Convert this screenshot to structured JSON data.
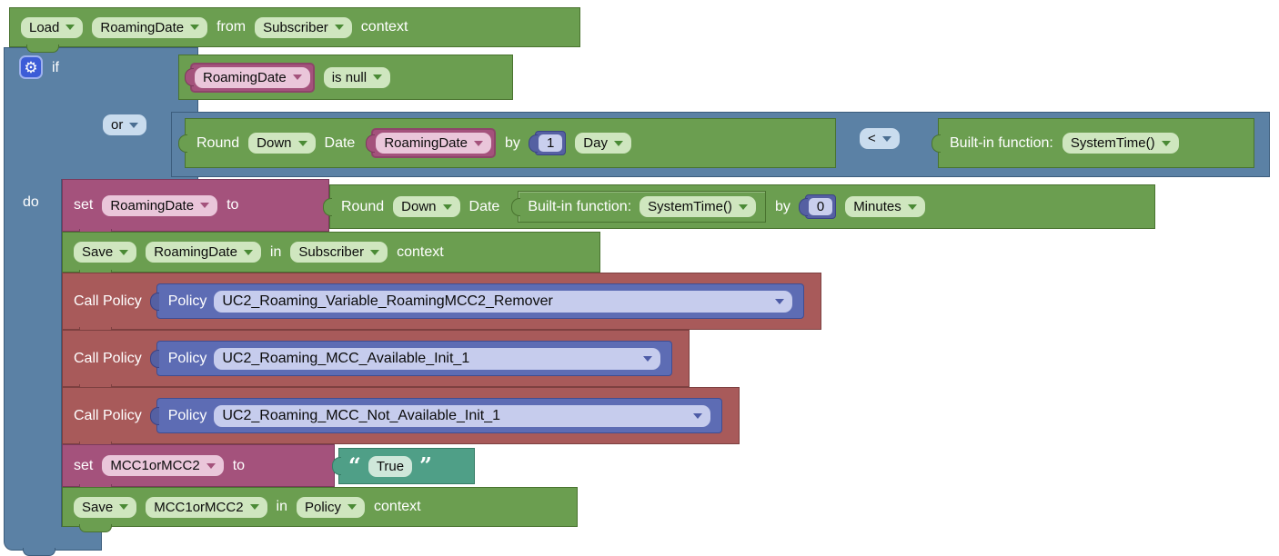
{
  "colors": {
    "block_green": "#6b9e50",
    "block_blue": "#5b81a5",
    "block_pink": "#a4527c",
    "block_red": "#a85a5a",
    "block_indigo": "#5d6cb4",
    "block_teal": "#4f9f87",
    "number_block": "#5560a2",
    "gear_button": "#3c5cd7"
  },
  "gear_glyph": "⚙",
  "load_block": {
    "action": "Load",
    "variable": "RoamingDate",
    "from_label": "from",
    "context": "Subscriber",
    "context_label": "context"
  },
  "if_block": {
    "if_label": "if",
    "or_label": "or",
    "do_label": "do",
    "condition_null": {
      "variable": "RoamingDate",
      "operator": "is null"
    },
    "condition_compare": {
      "round_label": "Round",
      "round_mode": "Down",
      "date_label": "Date",
      "variable": "RoamingDate",
      "by_label": "by",
      "amount": "1",
      "unit": "Day",
      "comparator": "<",
      "builtin_label": "Built-in function:",
      "builtin_value": "SystemTime()"
    }
  },
  "statements": {
    "set_roaming_date": {
      "set_label": "set",
      "variable": "RoamingDate",
      "to_label": "to",
      "value": {
        "round_label": "Round",
        "round_mode": "Down",
        "date_label": "Date",
        "builtin_label": "Built-in function:",
        "builtin_value": "SystemTime()",
        "by_label": "by",
        "amount": "0",
        "unit": "Minutes"
      }
    },
    "save_roaming_date": {
      "action": "Save",
      "variable": "RoamingDate",
      "in_label": "in",
      "context": "Subscriber",
      "context_label": "context"
    },
    "call_policy_remover": {
      "label": "Call Policy",
      "policy_label": "Policy",
      "policy_name": "UC2_Roaming_Variable_RoamingMCC2_Remover"
    },
    "call_policy_available": {
      "label": "Call Policy",
      "policy_label": "Policy",
      "policy_name": "UC2_Roaming_MCC_Available_Init_1"
    },
    "call_policy_not_available": {
      "label": "Call Policy",
      "policy_label": "Policy",
      "policy_name": "UC2_Roaming_MCC_Not_Available_Init_1"
    },
    "set_mcc": {
      "set_label": "set",
      "variable": "MCC1orMCC2",
      "to_label": "to",
      "open_quote": "“",
      "value": "True",
      "close_quote": "”"
    },
    "save_mcc": {
      "action": "Save",
      "variable": "MCC1orMCC2",
      "in_label": "in",
      "context": "Policy",
      "context_label": "context"
    }
  }
}
